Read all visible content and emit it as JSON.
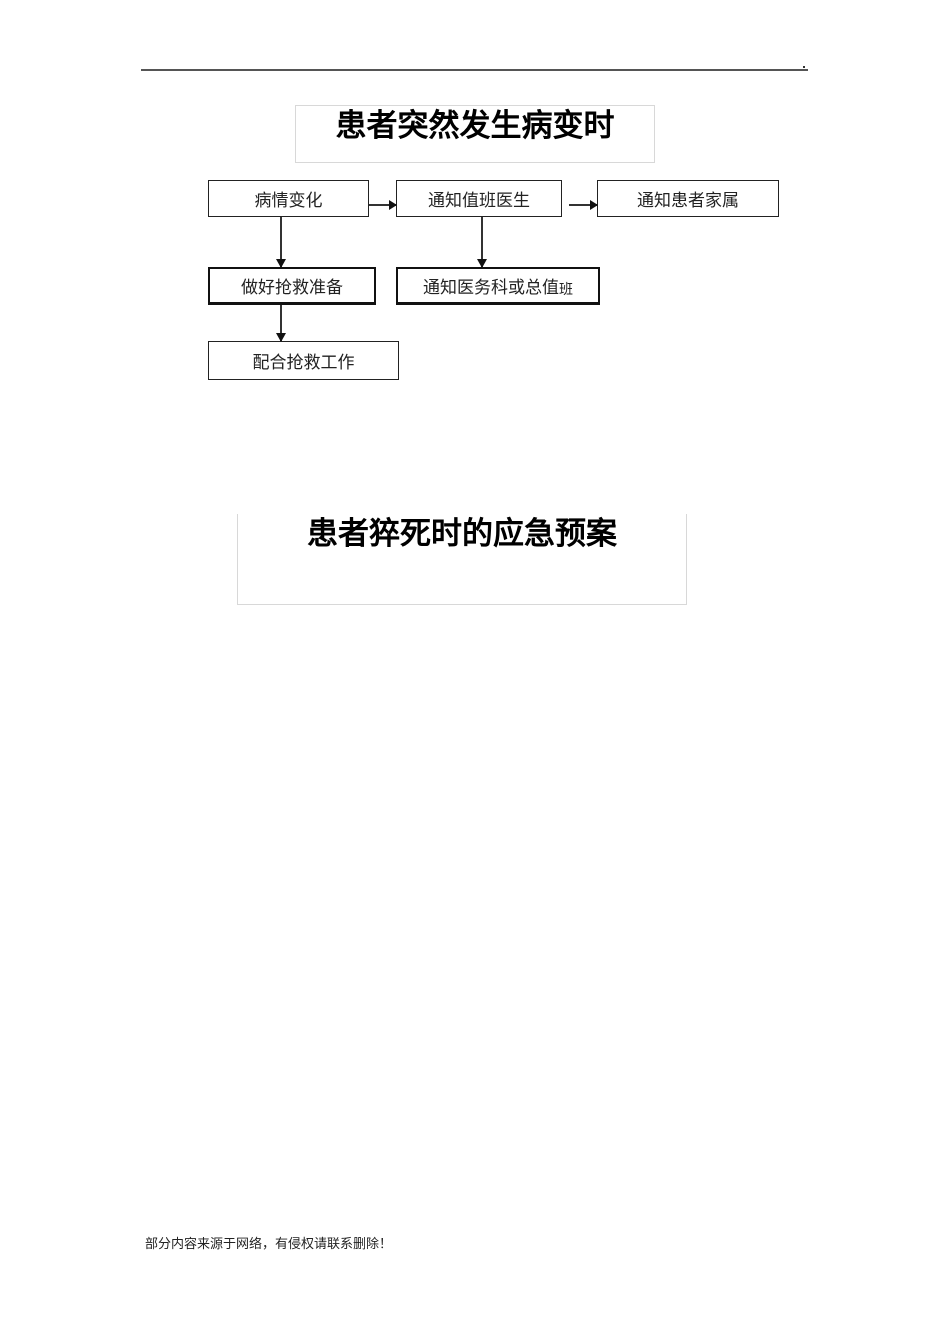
{
  "page": {
    "header_mark": "."
  },
  "section1": {
    "title": "患者突然发生病变时",
    "flowchart": {
      "nodes": [
        {
          "id": "n1",
          "label": "病情变化"
        },
        {
          "id": "n2",
          "label": "通知值班医生"
        },
        {
          "id": "n3",
          "label": "通知患者家属"
        },
        {
          "id": "n4",
          "label": "做好抢救准备"
        },
        {
          "id": "n5",
          "label_main": "通知医务科或总值",
          "label_small": "班"
        },
        {
          "id": "n6",
          "label": "配合抢救工作"
        }
      ],
      "edges": [
        {
          "from": "病情变化",
          "to": "通知值班医生"
        },
        {
          "from": "通知值班医生",
          "to": "通知患者家属"
        },
        {
          "from": "病情变化",
          "to": "做好抢救准备"
        },
        {
          "from": "通知值班医生",
          "to": "通知医务科或总值班"
        },
        {
          "from": "做好抢救准备",
          "to": "配合抢救工作"
        }
      ]
    }
  },
  "section2": {
    "title": "患者猝死时的应急预案"
  },
  "footer": {
    "text": "部分内容来源于网络，有侵权请联系删除！"
  }
}
